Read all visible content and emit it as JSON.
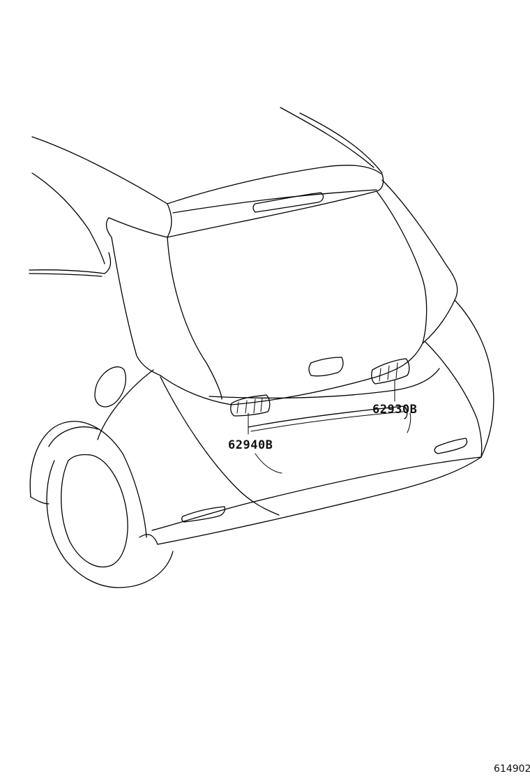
{
  "callouts": [
    {
      "part_number": "62940B"
    },
    {
      "part_number": "62930B"
    }
  ],
  "illustration_number": "614902"
}
